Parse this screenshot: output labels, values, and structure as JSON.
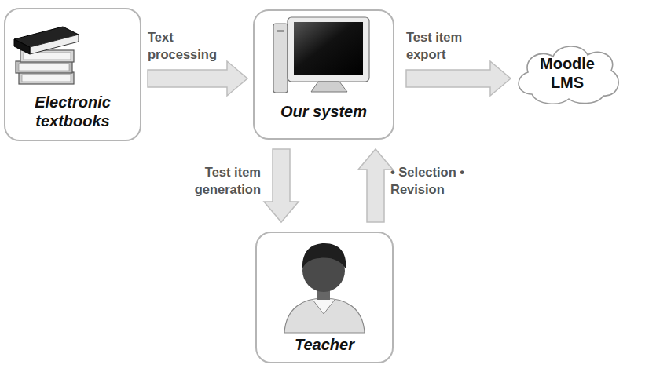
{
  "diagram": {
    "nodes": [
      {
        "text": [
          "Electronic textbooks"
        ]
      },
      {
        "text": [
          "Our system"
        ]
      },
      {
        "text": [
          "Moodle LMS"
        ]
      },
      {
        "text": [
          "Teacher"
        ]
      }
    ],
    "edges": [
      {
        "from": 0,
        "to": 1,
        "arrow": "to",
        "label": "Text processing"
      },
      {
        "from": 1,
        "to": 2,
        "arrow": "to",
        "label": "Test item export"
      },
      {
        "from": 1,
        "to": 3,
        "arrow": "to",
        "label": "Test item generation"
      },
      {
        "from": 3,
        "to": 1,
        "arrow": "to",
        "label": "• Selection • Revision"
      }
    ]
  }
}
